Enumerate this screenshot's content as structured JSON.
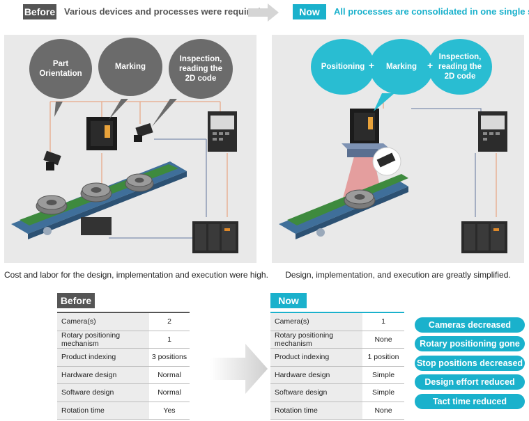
{
  "header": {
    "before_tag": "Before",
    "before_text": "Various devices and processes were required.",
    "now_tag": "Now",
    "now_text": "All processes are consolidated in one single step."
  },
  "before_panel": {
    "bubbles": [
      {
        "line1": "Part",
        "line2": "Orientation",
        "line3": ""
      },
      {
        "line1": "Marking",
        "line2": "",
        "line3": ""
      },
      {
        "line1": "Inspection,",
        "line2": "reading the",
        "line3": "2D code"
      }
    ],
    "caption": "Cost and labor for the design, implementation and execution were high."
  },
  "now_panel": {
    "bubbles": [
      {
        "line1": "Positioning",
        "line2": "",
        "line3": ""
      },
      {
        "line1": "Marking",
        "line2": "",
        "line3": ""
      },
      {
        "line1": "Inspection,",
        "line2": "reading the",
        "line3": "2D code"
      }
    ],
    "plus": "+",
    "caption": "Design, implementation, and execution are greatly simplified."
  },
  "before_table": {
    "title": "Before",
    "rows": [
      {
        "label": "Camera(s)",
        "value": "2"
      },
      {
        "label": "Rotary positioning mechanism",
        "value": "1"
      },
      {
        "label": "Product indexing",
        "value": "3 positions"
      },
      {
        "label": "Hardware design",
        "value": "Normal"
      },
      {
        "label": "Software design",
        "value": "Normal"
      },
      {
        "label": "Rotation time",
        "value": "Yes"
      }
    ]
  },
  "now_table": {
    "title": "Now",
    "rows": [
      {
        "label": "Camera(s)",
        "value": "1"
      },
      {
        "label": "Rotary positioning mechanism",
        "value": "None"
      },
      {
        "label": "Product indexing",
        "value": "1 position"
      },
      {
        "label": "Hardware design",
        "value": "Simple"
      },
      {
        "label": "Software design",
        "value": "Simple"
      },
      {
        "label": "Rotation time",
        "value": "None"
      }
    ]
  },
  "benefits": [
    "Cameras decreased",
    "Rotary positioning gone",
    "Stop positions decreased",
    "Design effort reduced",
    "Tact time reduced"
  ],
  "colors": {
    "accent": "#1ab1cc",
    "before_grey": "#555555",
    "bubble_grey": "#6b6b6b",
    "conveyor": "#3f6f9a",
    "belt": "#3e8a3e",
    "laser": "#e06060"
  }
}
